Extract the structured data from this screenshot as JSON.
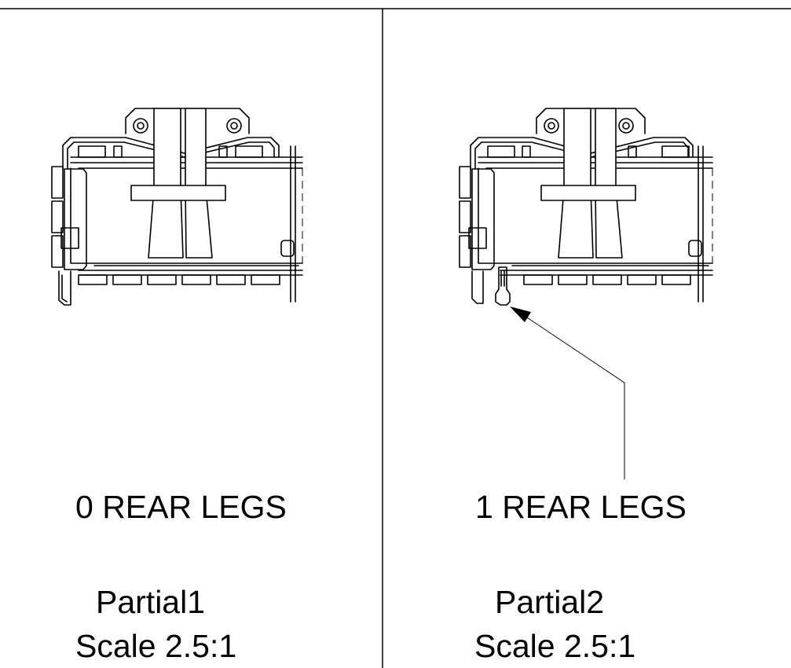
{
  "views": [
    {
      "caption": "0 REAR LEGS",
      "partial": "Partial1",
      "scale": "Scale 2.5:1"
    },
    {
      "caption": "1 REAR LEGS",
      "partial": "Partial2",
      "scale": "Scale 2.5:1"
    }
  ]
}
